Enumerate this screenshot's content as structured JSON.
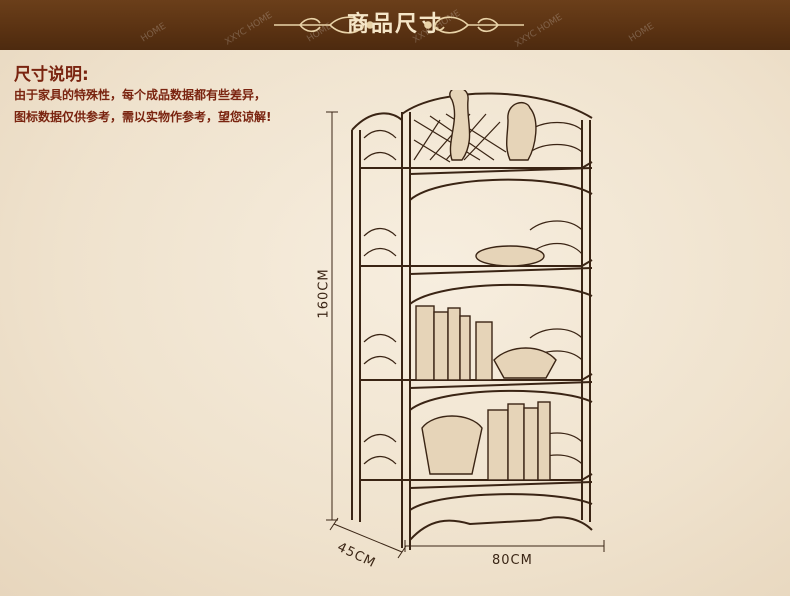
{
  "header": {
    "title": "商品尺寸",
    "watermarks": [
      "HOME",
      "XXYC HOME",
      "HOME",
      "XXYC HOME",
      "XXYC HOME",
      "HOME"
    ]
  },
  "size_note": {
    "heading": "尺寸说明:",
    "line1": "由于家具的特殊性，每个成品数据都有些差异，",
    "line2": "图标数据仅供参考，需以实物作参考，望您谅解!"
  },
  "dimensions": {
    "height": "160CM",
    "depth": "45CM",
    "width": "80CM"
  },
  "colors": {
    "banner": "#5a3212",
    "banner_text": "#f5e6c8",
    "note_text": "#7a2410",
    "background": "#f1e6d4",
    "line": "#3b2616"
  },
  "icons": [
    "ornament-left-icon",
    "ornament-right-icon",
    "bookshelf-illustration"
  ]
}
